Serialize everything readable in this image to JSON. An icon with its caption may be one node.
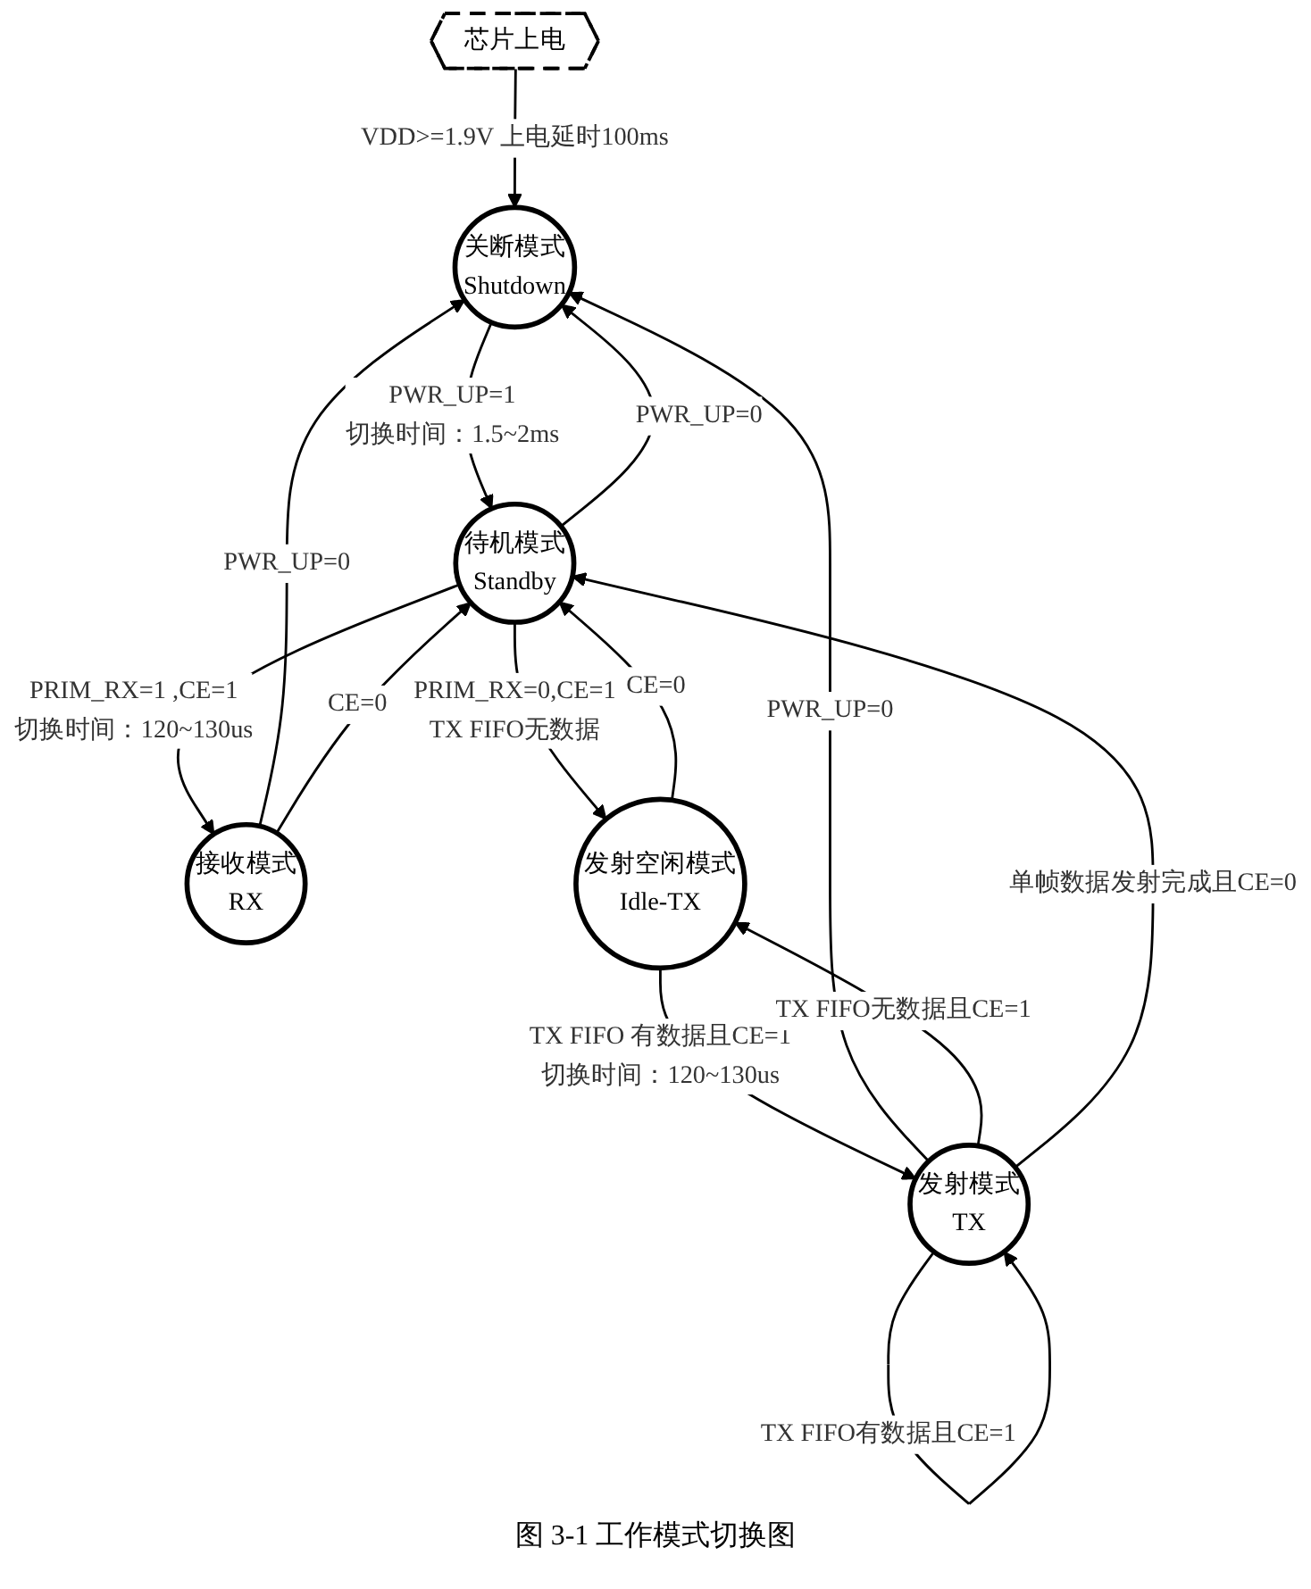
{
  "diagram": {
    "caption": "图 3-1 工作模式切换图",
    "nodes": [
      {
        "text": [
          "芯片上电"
        ]
      },
      {
        "text": [
          "关断模式",
          "Shutdown"
        ]
      },
      {
        "text": [
          "待机模式",
          "Standby"
        ]
      },
      {
        "text": [
          "发射空闲模式",
          "Idle-TX"
        ]
      },
      {
        "text": [
          "接收模式",
          "RX"
        ]
      },
      {
        "text": [
          "发射模式",
          "TX"
        ]
      }
    ],
    "edges": [
      {
        "from": 0,
        "to": 1,
        "arrow": "to",
        "label": "VDD>=1.9V 上电延时100ms"
      },
      {
        "from": 1,
        "to": 2,
        "arrow": "to",
        "label": "PWR_UP=1 切换时间：1.5~2ms"
      },
      {
        "from": 2,
        "to": 1,
        "arrow": "to",
        "label": "PWR_UP=0"
      },
      {
        "from": 4,
        "to": 1,
        "arrow": "to",
        "label": "PWR_UP=0"
      },
      {
        "from": 5,
        "to": 1,
        "arrow": "to",
        "label": "PWR_UP=0"
      },
      {
        "from": 4,
        "to": 2,
        "arrow": "to",
        "label": "CE=0"
      },
      {
        "from": 2,
        "to": 4,
        "arrow": "to",
        "label": "PRIM_RX=1 ,CE=1 切换时间：120~130us"
      },
      {
        "from": 2,
        "to": 3,
        "arrow": "to",
        "label": "PRIM_RX=0,CE=1 TX FIFO无数据"
      },
      {
        "from": 3,
        "to": 2,
        "arrow": "to",
        "label": "CE=0"
      },
      {
        "from": 3,
        "to": 5,
        "arrow": "to",
        "label": "TX FIFO 有数据且CE=1 切换时间：120~130us"
      },
      {
        "from": 5,
        "to": 3,
        "arrow": "to",
        "label": "TX FIFO无数据且CE=1"
      },
      {
        "from": 5,
        "to": 2,
        "arrow": "to",
        "label": "单帧数据发射完成且CE=0"
      },
      {
        "from": 5,
        "to": 5,
        "arrow": "to",
        "label": "TX FIFO有数据且CE=1"
      }
    ]
  }
}
